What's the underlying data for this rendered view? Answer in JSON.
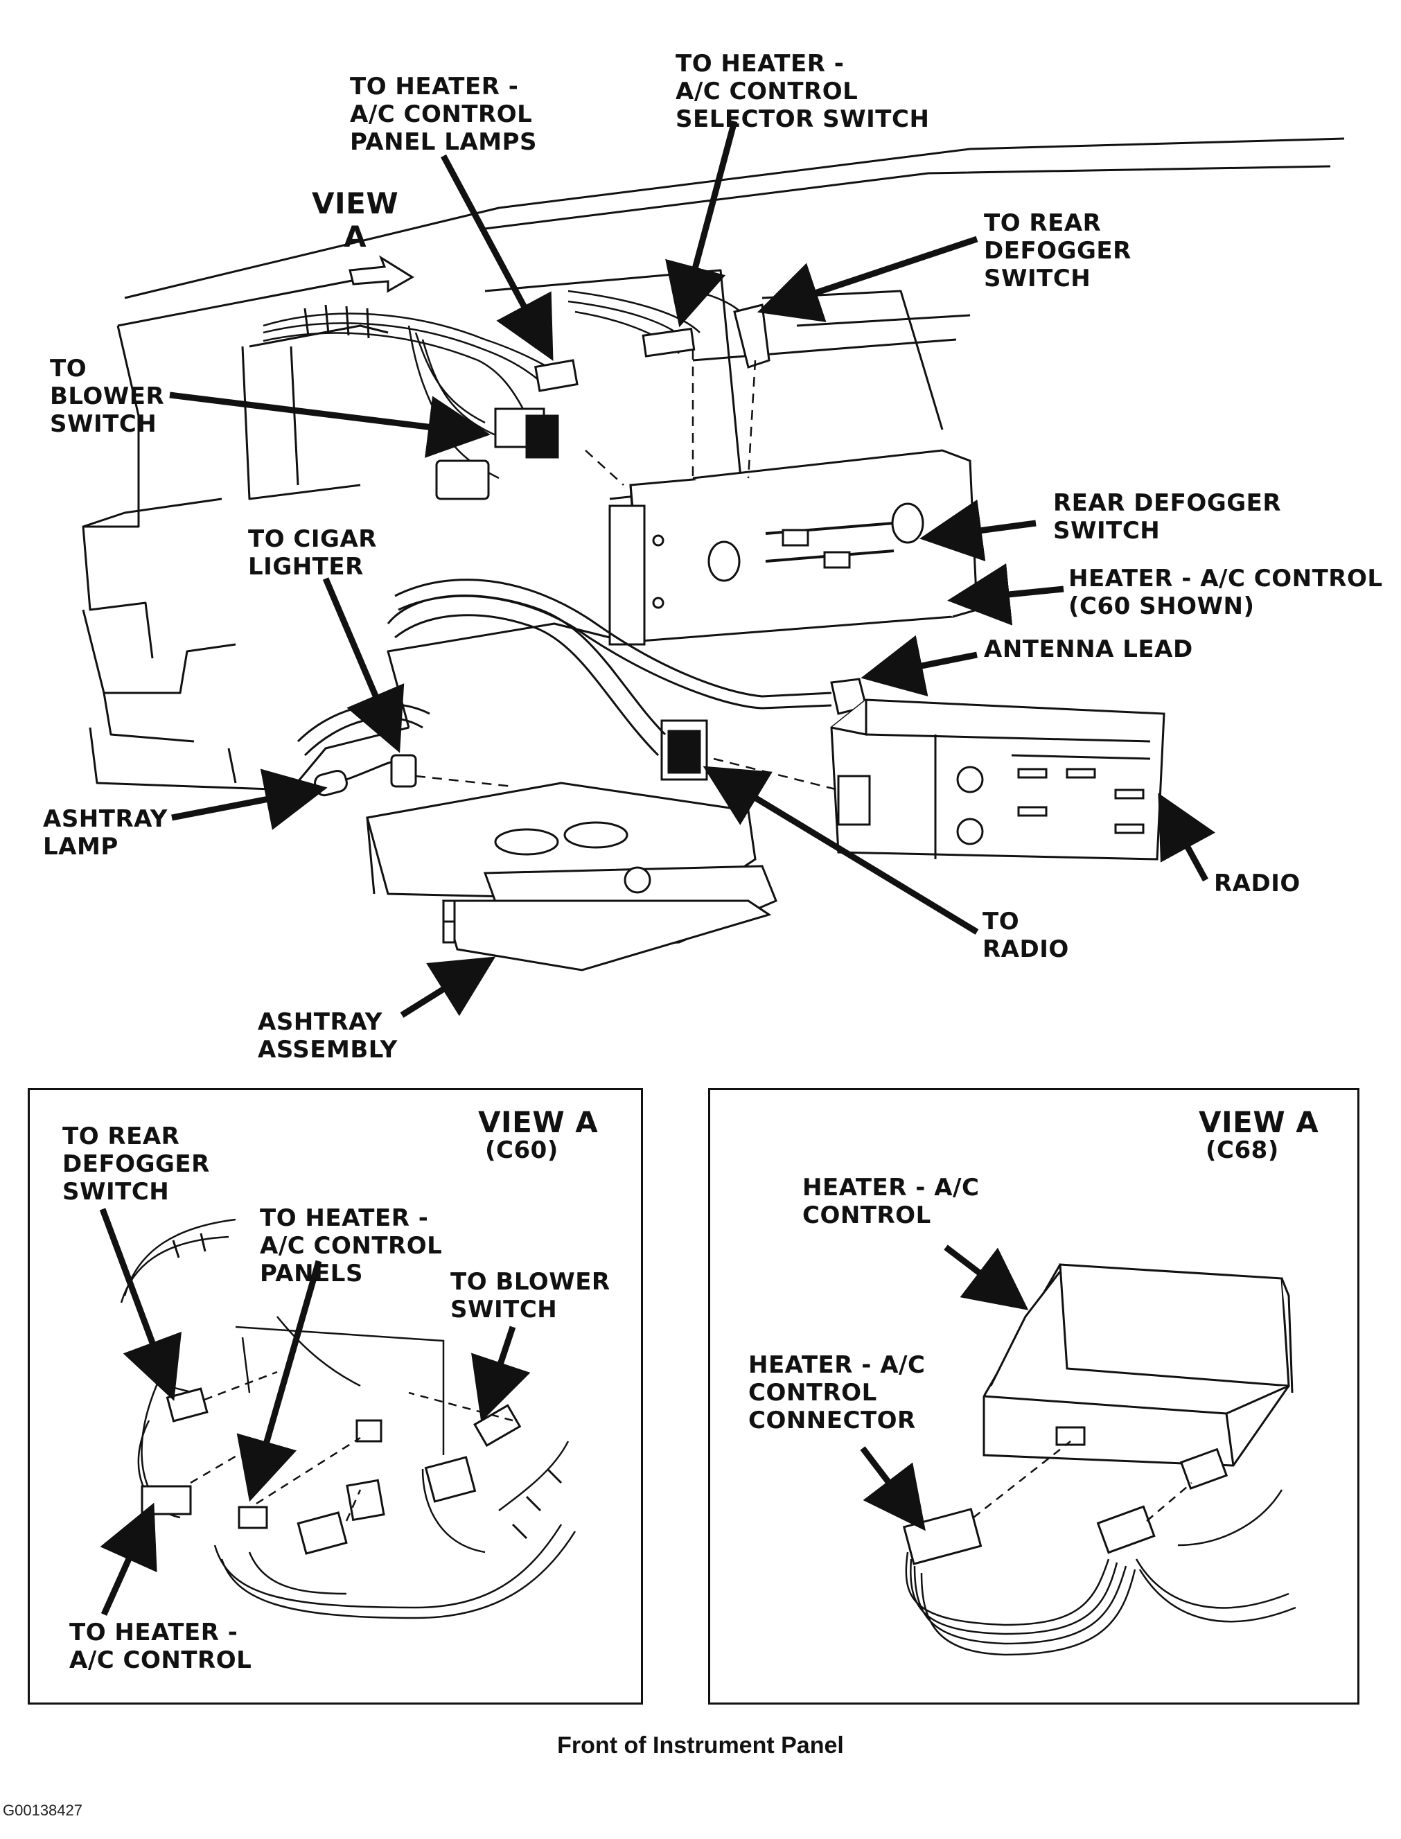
{
  "main_view": {
    "labels": {
      "view_a": "VIEW\nA",
      "heater_ac_panel_lamps": "TO HEATER -\nA/C CONTROL\nPANEL LAMPS",
      "heater_ac_selector_switch": "TO HEATER -\nA/C CONTROL\nSELECTOR SWITCH",
      "to_rear_defogger_switch": "TO REAR\nDEFOGGER\nSWITCH",
      "to_blower_switch": "TO\nBLOWER\nSWITCH",
      "to_cigar_lighter": "TO CIGAR\nLIGHTER",
      "rear_defogger_switch": "REAR DEFOGGER\nSWITCH",
      "heater_ac_control": "HEATER - A/C CONTROL\n(C60 SHOWN)",
      "antenna_lead": "ANTENNA LEAD",
      "ashtray_lamp": "ASHTRAY\nLAMP",
      "radio": "RADIO",
      "to_radio": "TO\nRADIO",
      "ashtray_assembly": "ASHTRAY\nASSEMBLY"
    }
  },
  "inset_c60": {
    "title": "VIEW A",
    "subtitle": "(C60)",
    "labels": {
      "to_rear_defogger_switch": "TO REAR\nDEFOGGER\nSWITCH",
      "to_heater_ac_panels": "TO HEATER -\nA/C CONTROL\nPANELS",
      "to_blower_switch": "TO BLOWER\nSWITCH",
      "to_heater_ac_control": "TO HEATER -\nA/C CONTROL"
    }
  },
  "inset_c68": {
    "title": "VIEW A",
    "subtitle": "(C68)",
    "labels": {
      "heater_ac_control": "HEATER - A/C\nCONTROL",
      "heater_ac_control_connector": "HEATER - A/C\nCONTROL\nCONNECTOR"
    }
  },
  "caption": "Front of Instrument Panel",
  "figure_id": "G00138427"
}
